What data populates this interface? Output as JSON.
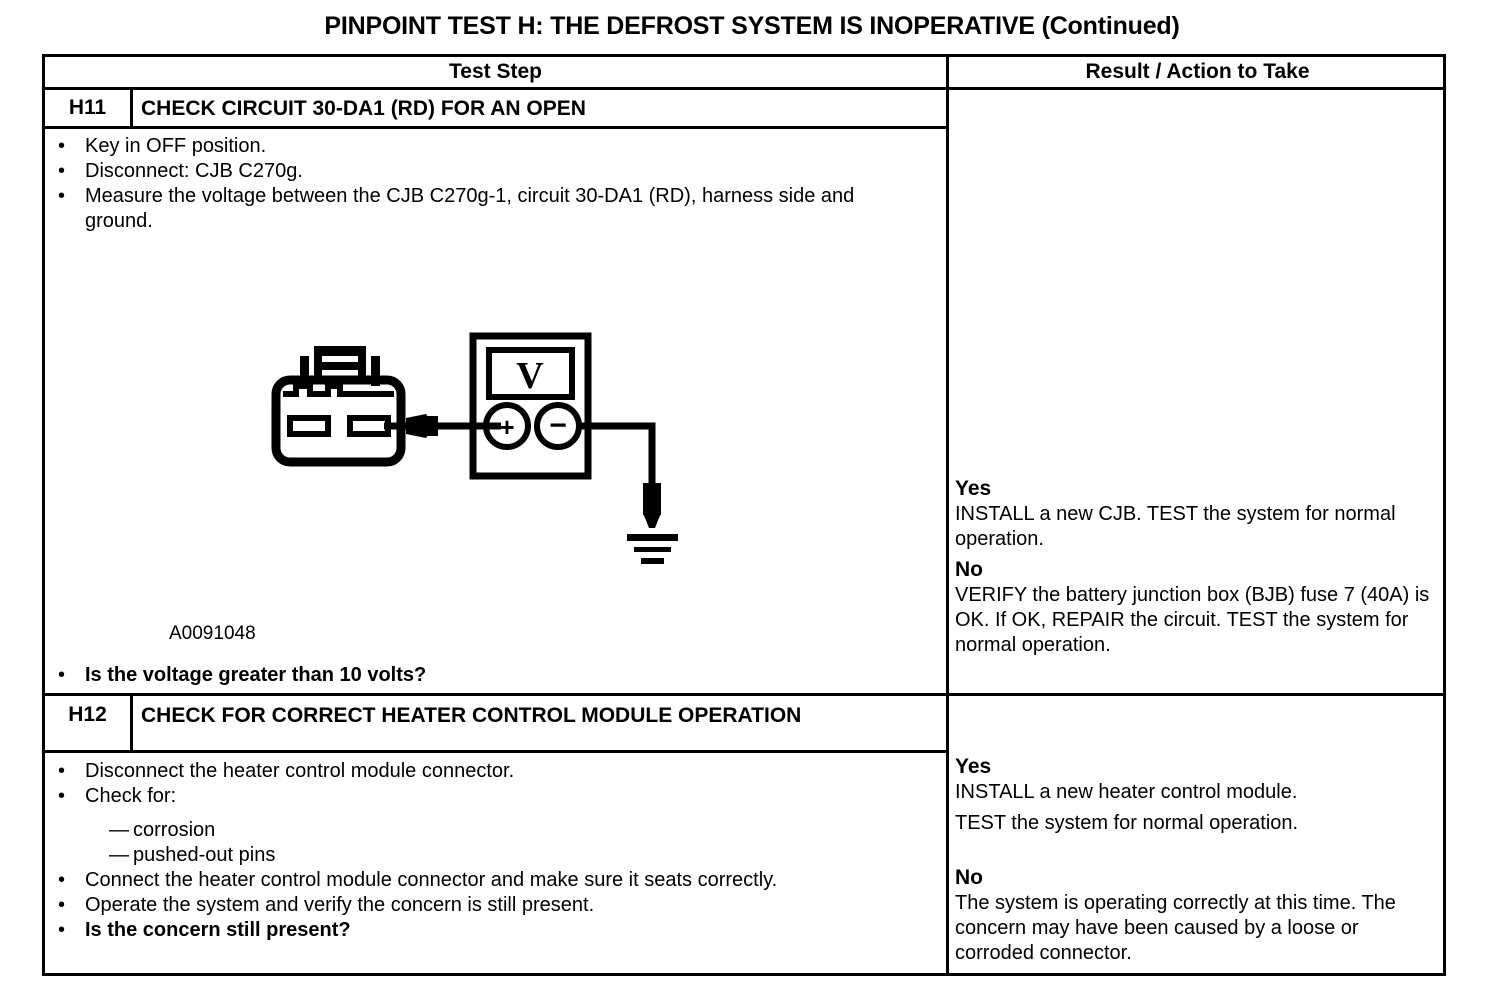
{
  "document": {
    "title": "PINPOINT TEST H: THE DEFROST SYSTEM IS INOPERATIVE (Continued)"
  },
  "table": {
    "headers": {
      "test_step": "Test Step",
      "result_action": "Result / Action to Take"
    }
  },
  "steps": [
    {
      "id": "H11",
      "title": "CHECK CIRCUIT 30-DA1 (RD) FOR AN OPEN",
      "bullets": [
        {
          "marker": "•",
          "text": "Key in OFF position."
        },
        {
          "marker": "•",
          "text": "Disconnect: CJB C270g."
        },
        {
          "marker": "•",
          "text": "Measure the voltage between the CJB C270g-1, circuit 30-DA1 (RD), harness side and ground."
        }
      ],
      "figure_id": "A0091048",
      "question": {
        "marker": "•",
        "text": "Is the voltage greater than 10 volts?"
      },
      "results": [
        {
          "label": "Yes",
          "text": "INSTALL a new CJB. TEST the system for normal operation."
        },
        {
          "label": "No",
          "text": "VERIFY the battery junction box (BJB) fuse 7 (40A) is OK. If OK, REPAIR the circuit. TEST the system for normal operation."
        }
      ]
    },
    {
      "id": "H12",
      "title": "CHECK FOR CORRECT HEATER CONTROL MODULE OPERATION",
      "bullets": [
        {
          "marker": "•",
          "text": "Disconnect the heater control module connector."
        },
        {
          "marker": "•",
          "text": "Check for:"
        }
      ],
      "sub_bullets": [
        {
          "marker": "—",
          "text": "corrosion"
        },
        {
          "marker": "—",
          "text": "pushed-out pins"
        }
      ],
      "bullets_after": [
        {
          "marker": "•",
          "text": "Connect the heater control module connector and make sure it seats correctly."
        },
        {
          "marker": "•",
          "text": "Operate the system and verify the concern is still present."
        }
      ],
      "question": {
        "marker": "•",
        "text": "Is the concern still present?"
      },
      "results": [
        {
          "label": "Yes",
          "line1": "INSTALL a new heater control module.",
          "line2": "TEST the system for normal operation."
        },
        {
          "label": "No",
          "text": "The system is operating correctly at this time. The concern may have been caused by a loose or corroded connector."
        }
      ]
    }
  ],
  "figure": {
    "meter_display_symbol": "V",
    "positive_terminal": "+",
    "negative_terminal": "−"
  },
  "colors": {
    "ink": "#000000",
    "paper": "#ffffff"
  }
}
